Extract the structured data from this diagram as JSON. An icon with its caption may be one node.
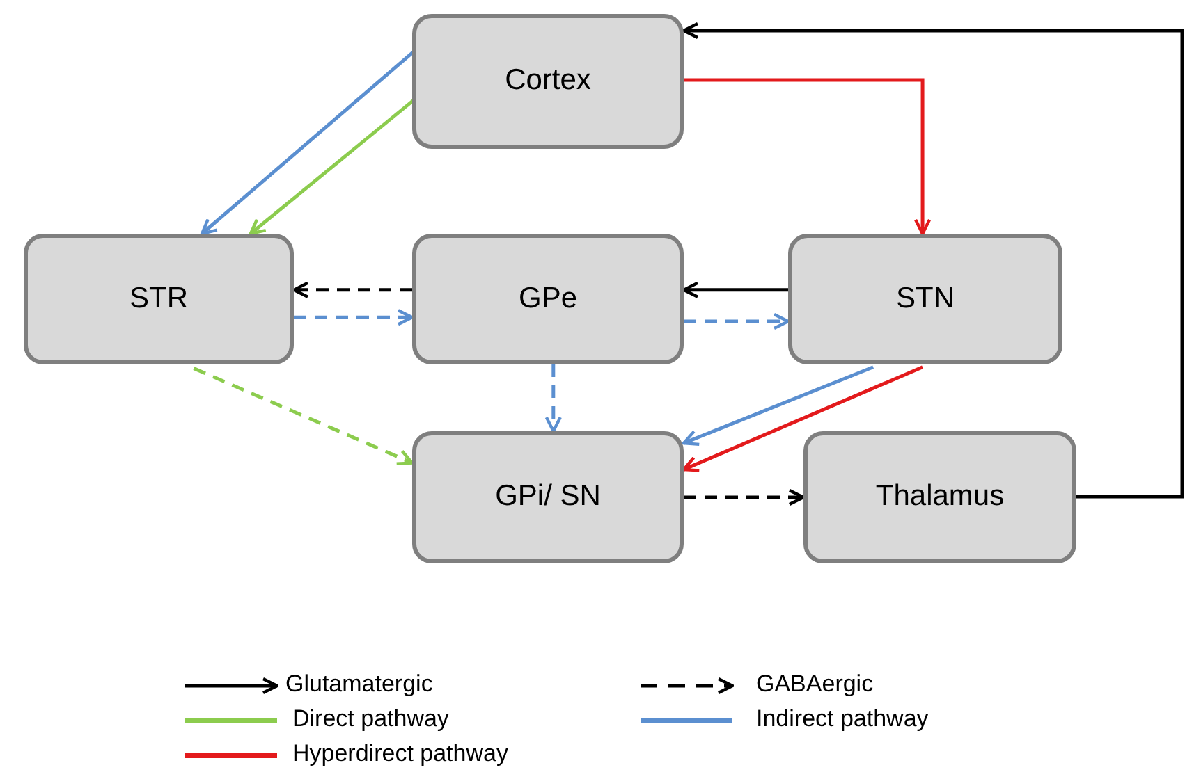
{
  "diagram": {
    "nodes": [
      {
        "text": [
          "Cortex"
        ]
      },
      {
        "text": [
          "STR"
        ]
      },
      {
        "text": [
          "GPe"
        ]
      },
      {
        "text": [
          "STN"
        ]
      },
      {
        "text": [
          "GPi/ SN"
        ]
      },
      {
        "text": [
          "Thalamus"
        ]
      }
    ],
    "edges": [
      {
        "from": 5,
        "to": 0,
        "arrow": "to",
        "color": "#000000"
      },
      {
        "from": 0,
        "to": 1,
        "arrow": "to",
        "color": "#5b8fd0"
      },
      {
        "from": 0,
        "to": 1,
        "arrow": "to",
        "color": "#8ccc4e"
      },
      {
        "from": 0,
        "to": 3,
        "arrow": "to",
        "color": "#e31a1c"
      },
      {
        "from": 2,
        "to": 1,
        "arrow": "to",
        "style": "dashed",
        "color": "#000000"
      },
      {
        "from": 1,
        "to": 2,
        "arrow": "to",
        "style": "dashed",
        "color": "#5b8fd0"
      },
      {
        "from": 3,
        "to": 2,
        "arrow": "to",
        "color": "#000000"
      },
      {
        "from": 2,
        "to": 3,
        "arrow": "to",
        "style": "dashed",
        "color": "#5b8fd0"
      },
      {
        "from": 1,
        "to": 4,
        "arrow": "to",
        "style": "dashed",
        "color": "#8ccc4e"
      },
      {
        "from": 2,
        "to": 4,
        "arrow": "to",
        "style": "dashed",
        "color": "#5b8fd0"
      },
      {
        "from": 3,
        "to": 4,
        "arrow": "to",
        "color": "#5b8fd0"
      },
      {
        "from": 3,
        "to": 4,
        "arrow": "to",
        "color": "#e31a1c"
      },
      {
        "from": 4,
        "to": 5,
        "arrow": "to",
        "style": "dashed",
        "color": "#000000"
      }
    ],
    "legend": [
      {
        "text": "Glutamatergic"
      },
      {
        "text": "GABAergic"
      },
      {
        "text": "Direct pathway",
        "color": "#8ccc4e"
      },
      {
        "text": "Indirect pathway",
        "color": "#5b8fd0"
      },
      {
        "text": "Hyperdirect pathway",
        "color": "#e31a1c"
      }
    ]
  }
}
